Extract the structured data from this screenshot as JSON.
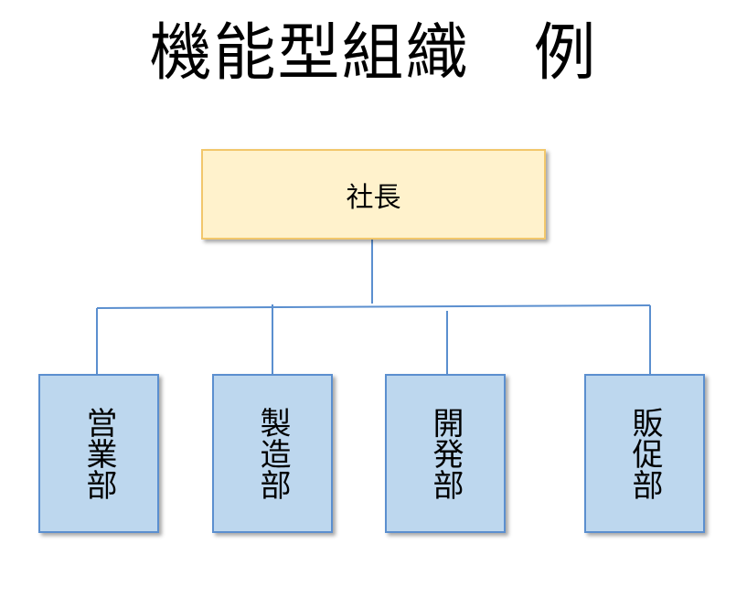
{
  "title": "機能型組織　例",
  "chart": {
    "president": "社長",
    "departments": [
      {
        "label": "営業部"
      },
      {
        "label": "製造部"
      },
      {
        "label": "開発部"
      },
      {
        "label": "販促部"
      }
    ]
  },
  "colors": {
    "president_fill": "#fff2cc",
    "president_border": "#f2c76b",
    "department_fill": "#bdd7ee",
    "department_border": "#5b8fcf",
    "connector": "#5b8fcf"
  }
}
